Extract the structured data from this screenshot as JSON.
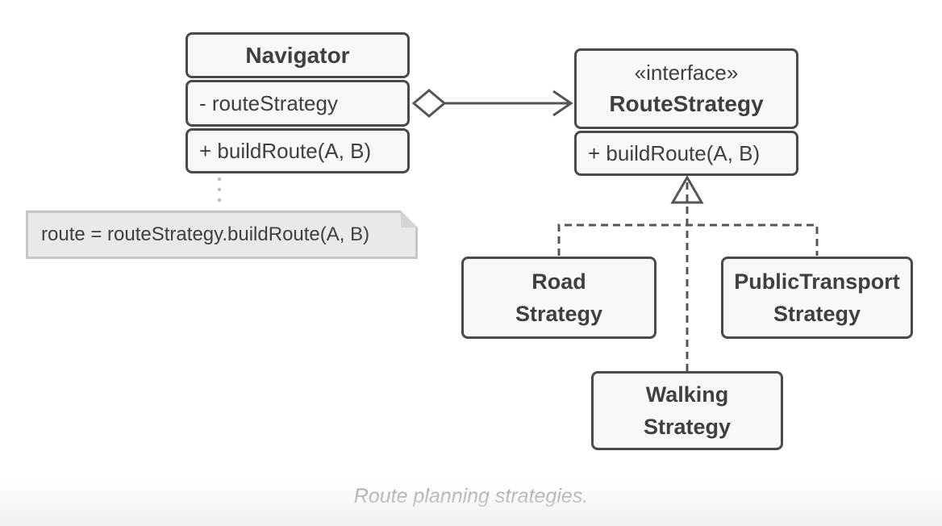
{
  "classes": {
    "navigator": {
      "title": "Navigator",
      "attribute": "- routeStrategy",
      "method": "+ buildRoute(A, B)"
    },
    "route_strategy": {
      "stereotype": "«interface»",
      "title": "RouteStrategy",
      "method": "+ buildRoute(A, B)"
    },
    "implementations": [
      {
        "line1": "Road",
        "line2": "Strategy"
      },
      {
        "line1": "PublicTransport",
        "line2": "Strategy"
      },
      {
        "line1": "Walking",
        "line2": "Strategy"
      }
    ]
  },
  "note": {
    "text": "route = routeStrategy.buildRoute(A, B)"
  },
  "caption": "Route planning strategies.",
  "icons": {
    "aggregation_diamond": "hollow-diamond",
    "aggregation_arrowhead": "open-arrow",
    "realization_arrowhead": "hollow-triangle"
  },
  "colors": {
    "page_bg": "#ffffff",
    "box_border": "#4a4a4a",
    "box_fill": "#f8f8f8",
    "text": "#3f3f3f",
    "connector": "#565656",
    "note_fill": "#e9e9e9",
    "note_border": "#c6c6c6",
    "note_fold": "#d4d4d4",
    "note_connector": "#c0c0c0",
    "caption_color": "#9b9b9b",
    "bottom_fade": "#f0f0f0"
  }
}
